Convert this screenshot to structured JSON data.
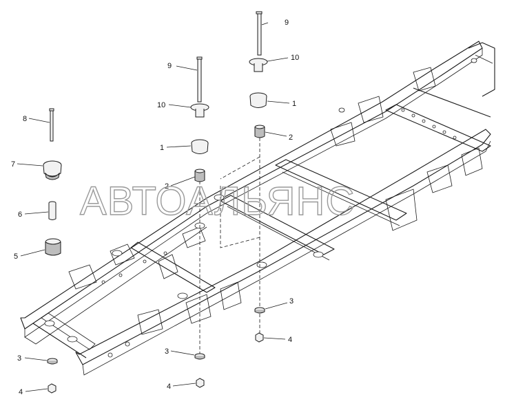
{
  "watermark": "АВТОАЛЬЯНС",
  "callouts": {
    "c1": "9",
    "c2": "10",
    "c3": "1",
    "c4": "2",
    "c5": "9",
    "c6": "10",
    "c7": "1",
    "c8": "2",
    "c9": "8",
    "c10": "7",
    "c11": "6",
    "c12": "5",
    "c13": "3",
    "c14": "4",
    "c15": "3",
    "c16": "4",
    "c17": "3",
    "c18": "4"
  }
}
